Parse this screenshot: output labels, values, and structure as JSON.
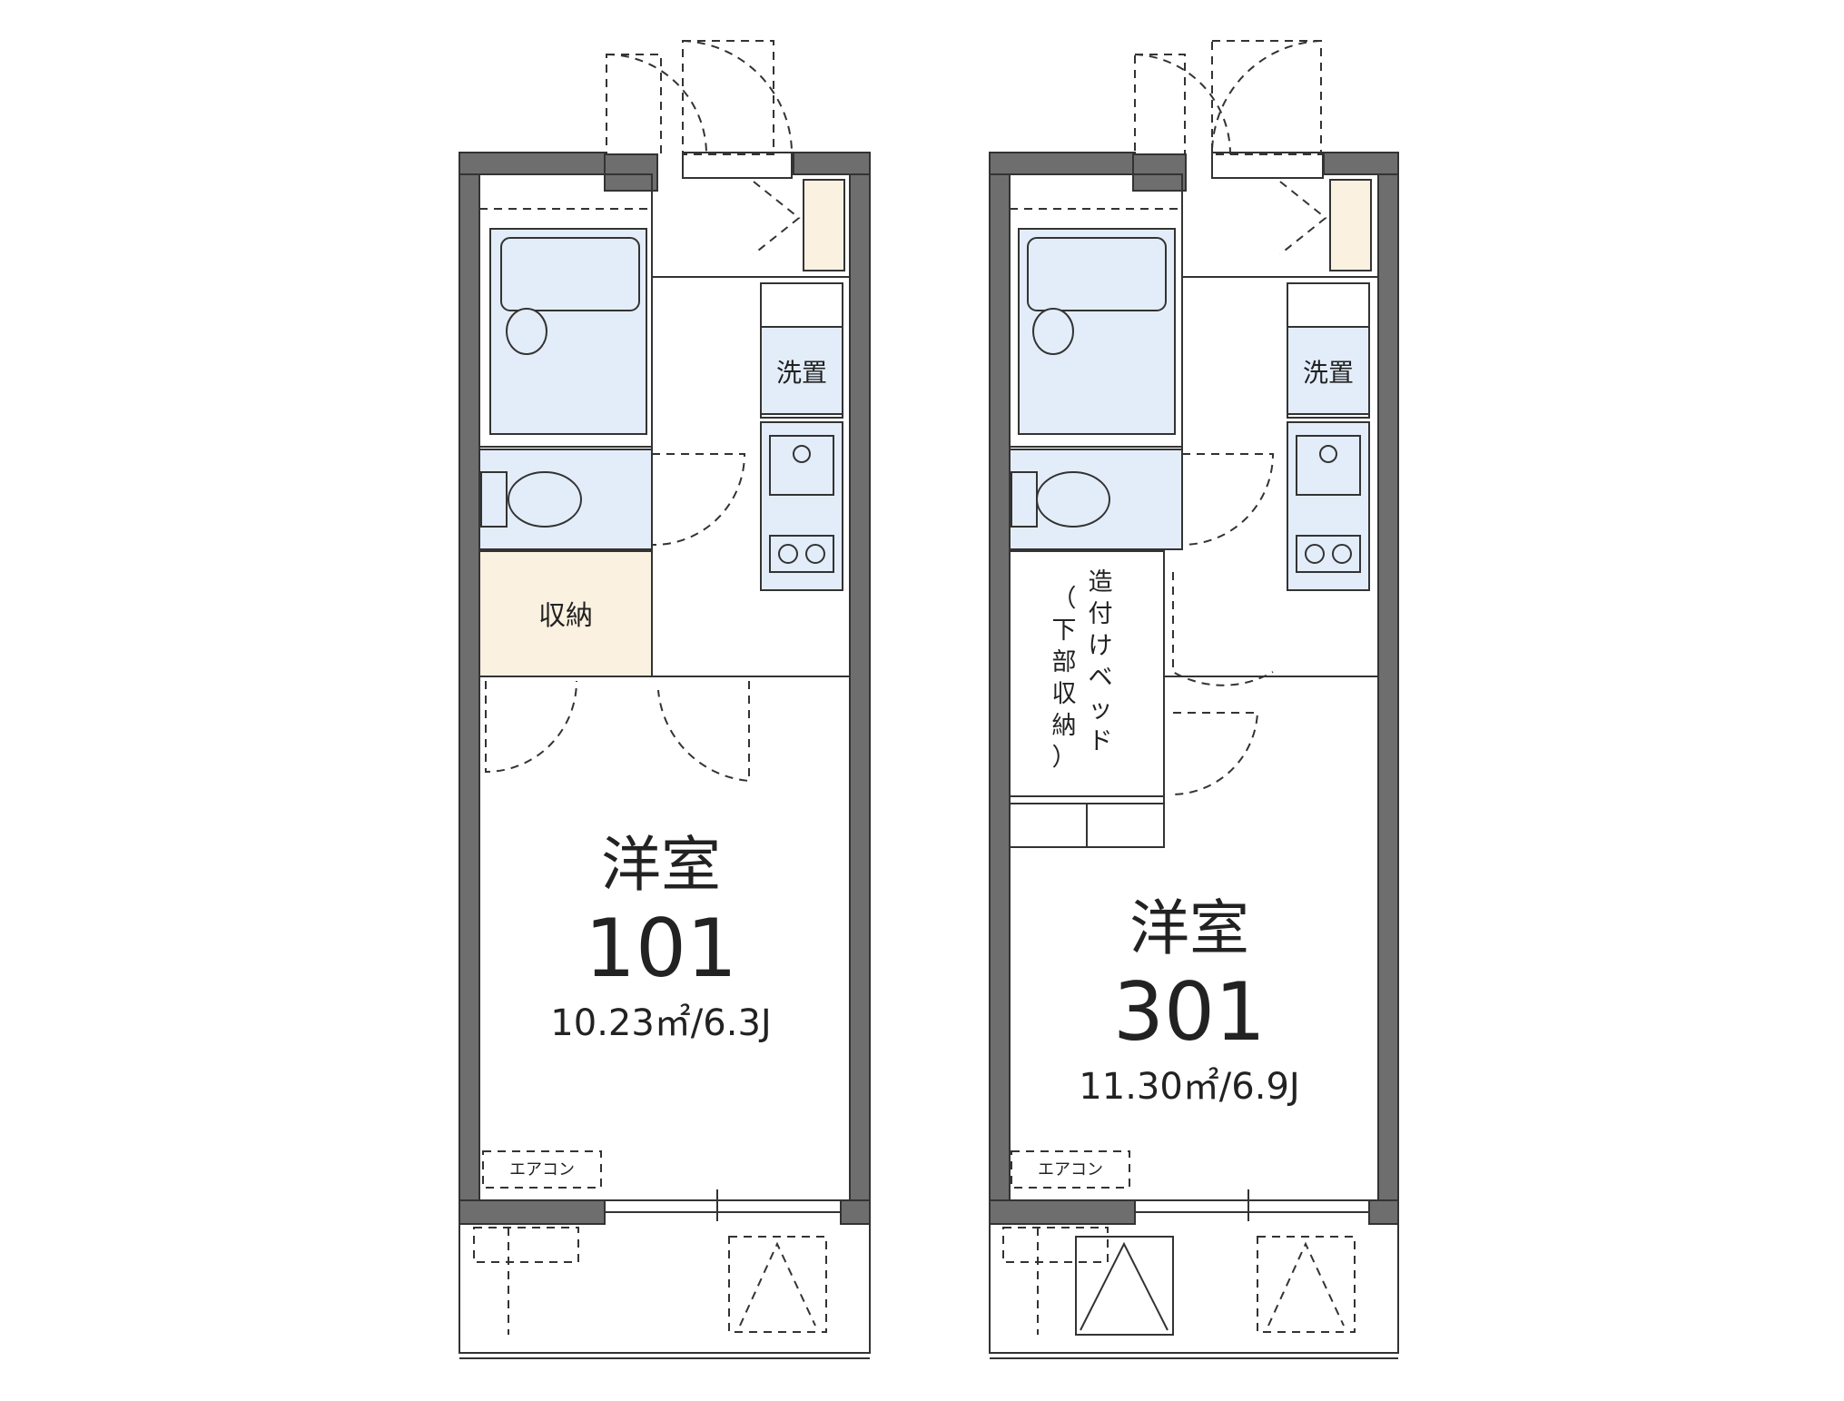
{
  "units": [
    {
      "room_name": "洋室",
      "room_number": "101",
      "area": "10.23㎡/6.3J",
      "storage_label": "収納",
      "washer_label": "洗置",
      "aircon_label": "エアコン"
    },
    {
      "room_name": "洋室",
      "room_number": "301",
      "area": "11.30㎡/6.9J",
      "built_in_bed_label": [
        "造",
        "付",
        "け",
        "ベ",
        "ッ",
        "ド"
      ],
      "built_in_bed_paren_label": [
        "（",
        "下",
        "部",
        "収",
        "納",
        "）"
      ],
      "washer_label": "洗置",
      "aircon_label": "エアコン"
    }
  ],
  "colors": {
    "wall": "#6e6e6e",
    "wet_area": "#e3edf9",
    "storage": "#fbf1e1"
  }
}
